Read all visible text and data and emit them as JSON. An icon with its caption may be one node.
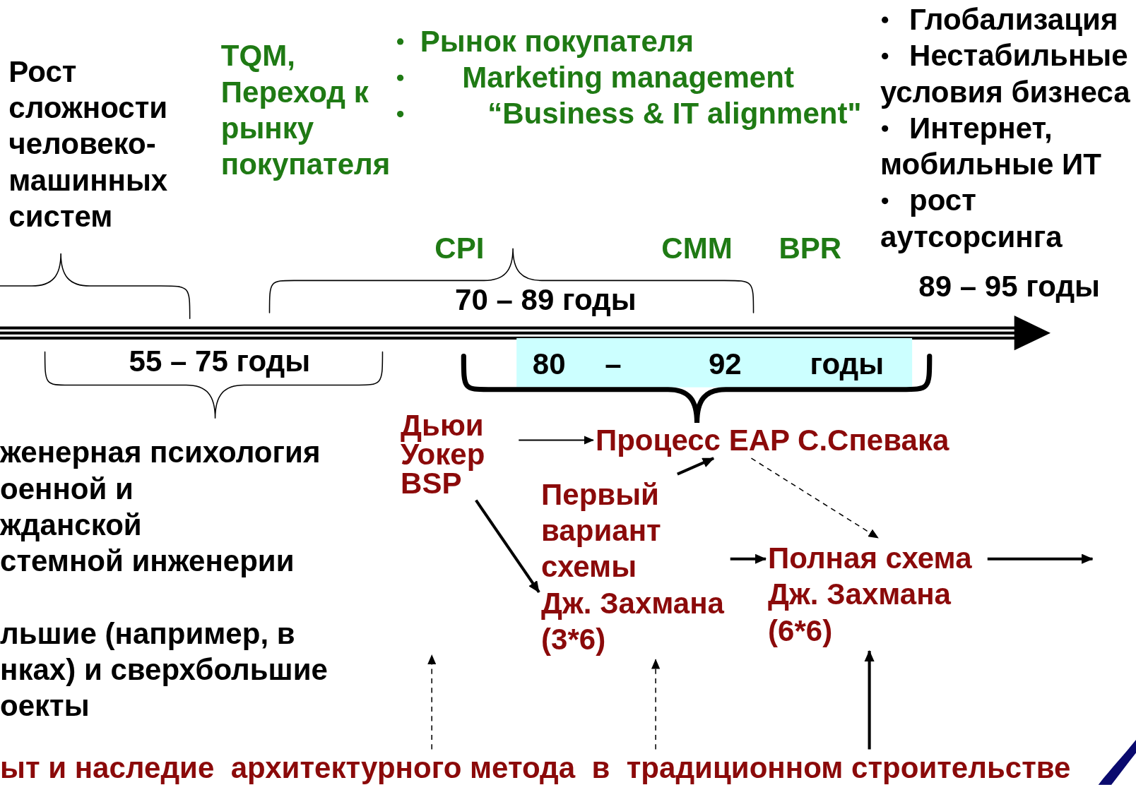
{
  "diagram": {
    "nodes": [
      {
        "text": [
          "Дьюи Уокер BSP"
        ]
      },
      {
        "text": [
          "Процесс EAP С.Спевака"
        ]
      },
      {
        "text": [
          "Первый вариант схемы",
          "Дж. Захмана (3*6)"
        ]
      },
      {
        "text": [
          "Полная схема Дж. Захмана (6*6)"
        ]
      },
      {
        "text": [
          "ыт и наследие  архитектурного метода  в  традиционном строительстве"
        ]
      }
    ],
    "edges": [
      {
        "from": 0,
        "to": 1,
        "arrow": "to"
      },
      {
        "from": 0,
        "to": 2,
        "arrow": "to"
      },
      {
        "from": 2,
        "to": 1,
        "arrow": "to"
      },
      {
        "from": 2,
        "to": 3,
        "arrow": "to"
      },
      {
        "from": 1,
        "to": 3,
        "arrow": "to",
        "style": "dashed"
      },
      {
        "from": 3,
        "to": null,
        "arrow": "to"
      },
      {
        "from": 4,
        "to": null,
        "arrow": "to",
        "style": "dashed"
      },
      {
        "from": 4,
        "to": 2,
        "arrow": "to",
        "style": "dashed"
      },
      {
        "from": 4,
        "to": 3,
        "arrow": "to"
      }
    ],
    "labels": [
      "Рост сложности человеко-машинных систем",
      "TQM, Переход к рынку покупателя",
      "Рынок покупателя",
      "Marketing management",
      "“Business & IT alignment\"",
      "Глобализация",
      "Нестабильные условия бизнеса",
      "Интернет, мобильные ИТ",
      "рост аутсорсинга",
      "CPI",
      "CMM",
      "BPR",
      "89 – 95 годы",
      "70 – 89 годы",
      "55 – 75 годы",
      "80",
      "–",
      "92",
      "годы",
      "женерная психология",
      "оенной и",
      "жданской",
      "стемной инженерии",
      "льшие (например, в",
      "нках) и сверхбольшие",
      "оекты"
    ]
  }
}
